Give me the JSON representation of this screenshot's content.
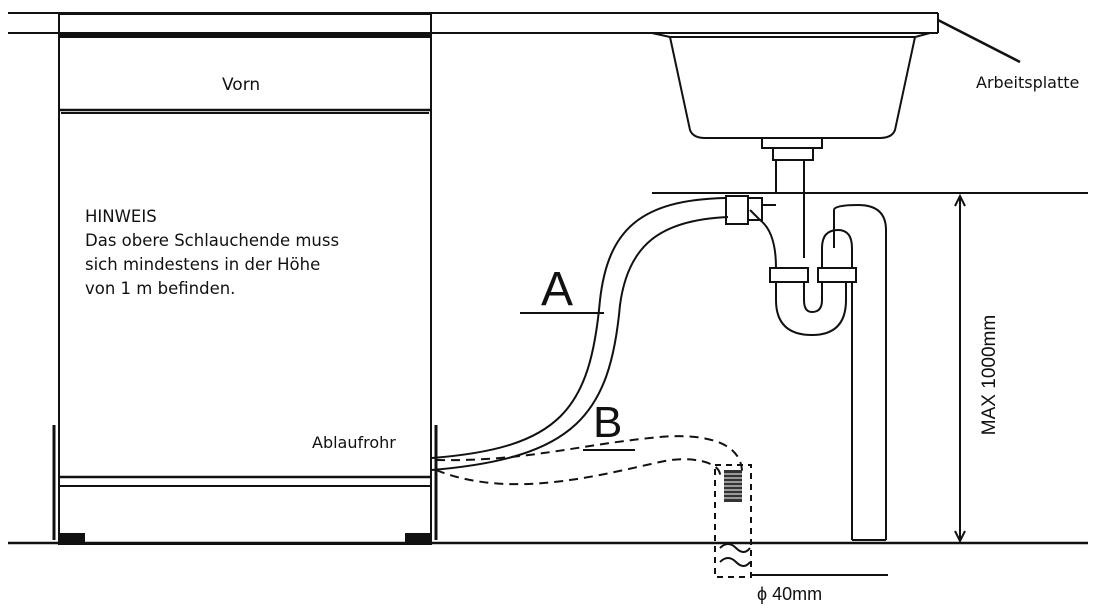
{
  "labels": {
    "front": "Vorn",
    "countertop": "Arbeitsplatte",
    "drain_pipe": "Ablaufrohr",
    "hose_a": "A",
    "hose_b": "B",
    "max_height": "MAX 1000mm",
    "diameter": "ϕ 40mm"
  },
  "note": {
    "title": "HINWEIS",
    "lines": [
      "Das obere Schlauchende muss",
      "sich mindestens in der Höhe",
      "von 1 m befinden."
    ]
  },
  "colors": {
    "stroke": "#111111",
    "background": "#ffffff"
  }
}
